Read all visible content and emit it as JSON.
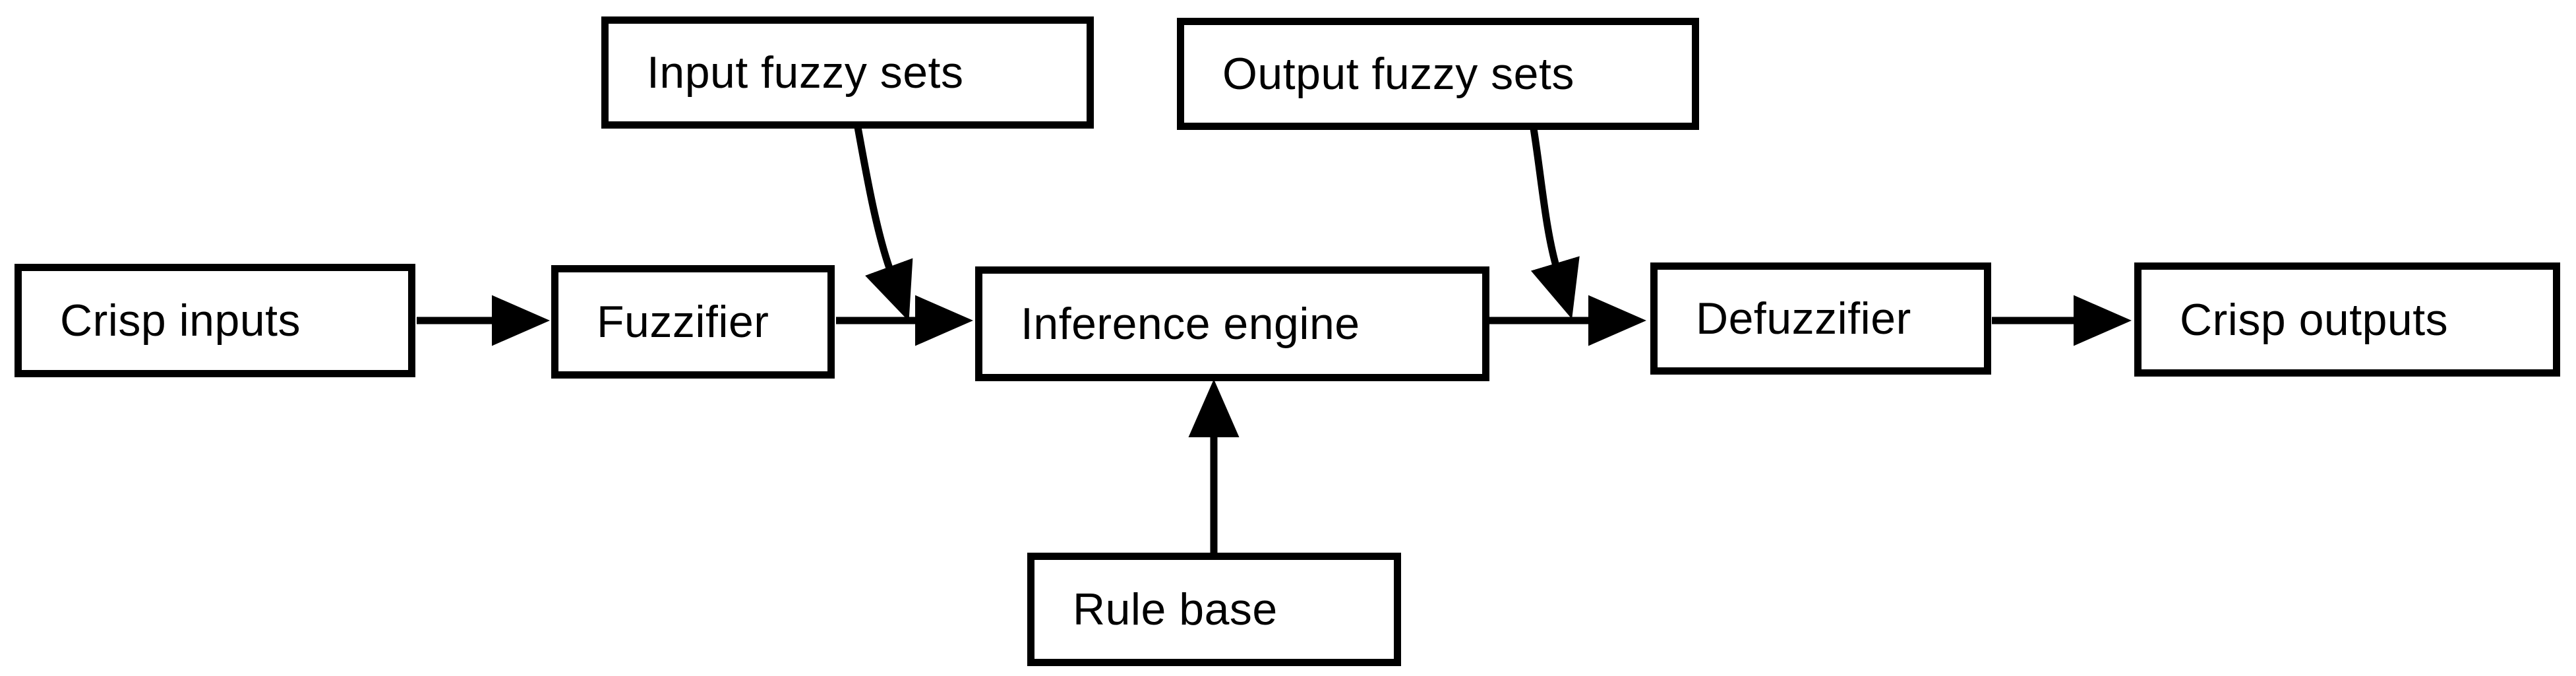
{
  "colors": {
    "ink": "#000000",
    "background": "#ffffff"
  },
  "diagram": {
    "type": "block-diagram",
    "nodes": {
      "crisp_inputs": {
        "label": "Crisp inputs"
      },
      "fuzzifier": {
        "label": "Fuzzifier"
      },
      "inference_engine": {
        "label": "Inference engine"
      },
      "defuzzifier": {
        "label": "Defuzzifier"
      },
      "crisp_outputs": {
        "label": "Crisp outputs"
      },
      "input_fuzzy_sets": {
        "label": "Input fuzzy sets"
      },
      "output_fuzzy_sets": {
        "label": "Output fuzzy sets"
      },
      "rule_base": {
        "label": "Rule base"
      }
    },
    "edges": [
      {
        "from": "Crisp inputs",
        "to": "Fuzzifier",
        "style": "straight-arrow"
      },
      {
        "from": "Fuzzifier",
        "to": "Inference engine",
        "style": "straight-arrow"
      },
      {
        "from": "Inference engine",
        "to": "Defuzzifier",
        "style": "straight-arrow"
      },
      {
        "from": "Defuzzifier",
        "to": "Crisp outputs",
        "style": "straight-arrow"
      },
      {
        "from": "Input fuzzy sets",
        "to": "Fuzzifier-Inference engine link",
        "style": "curved-arrow"
      },
      {
        "from": "Output fuzzy sets",
        "to": "Inference engine-Defuzzifier link",
        "style": "curved-arrow"
      },
      {
        "from": "Rule base",
        "to": "Inference engine",
        "style": "straight-arrow-up"
      }
    ]
  }
}
